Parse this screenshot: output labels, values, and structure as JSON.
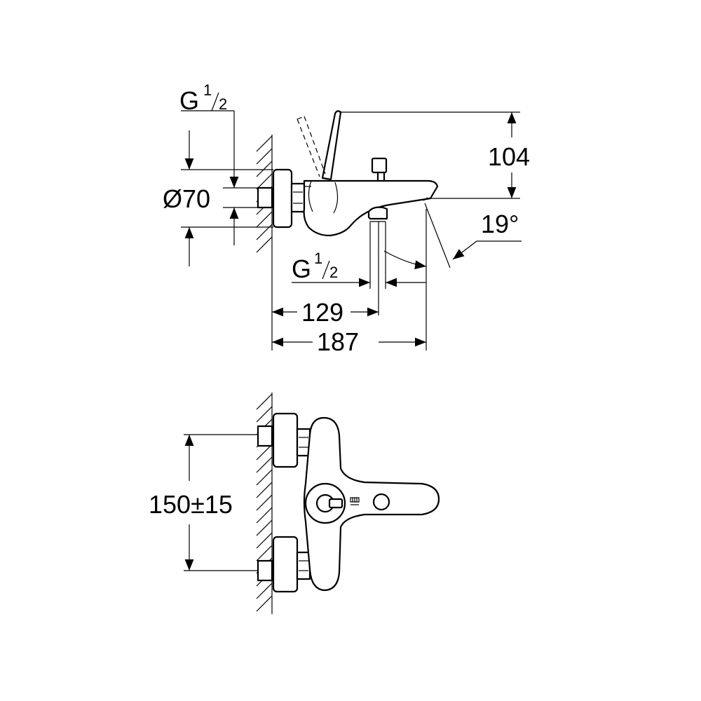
{
  "side_view": {
    "inlet_thread": {
      "letter": "G",
      "num": "1",
      "den": "2"
    },
    "outlet_thread": {
      "letter": "G",
      "num": "1",
      "den": "2"
    },
    "flange_diameter": "Ø70",
    "height_104": "104",
    "angle": "19°",
    "depth_129": "129",
    "depth_187": "187"
  },
  "front_view": {
    "centres": "150±15"
  },
  "colors": {
    "line": "#000000",
    "background": "#ffffff"
  }
}
